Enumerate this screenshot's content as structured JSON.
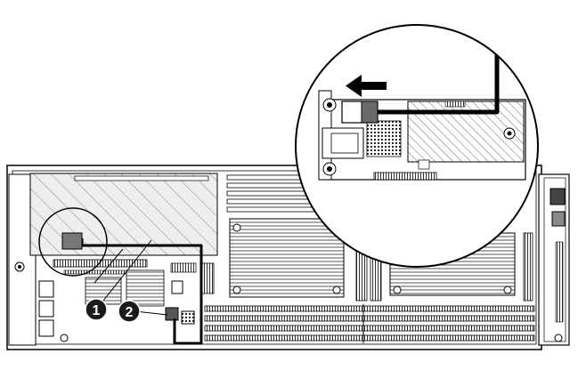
{
  "figure": {
    "callouts": [
      {
        "label": "1"
      },
      {
        "label": "2"
      }
    ],
    "arrow_direction": "left",
    "colors": {
      "line": "#000000",
      "hatch": "#8a8a8a",
      "panel_fill": "#e6e6e6",
      "badge": "#1a1a1a",
      "background": "#ffffff"
    }
  }
}
